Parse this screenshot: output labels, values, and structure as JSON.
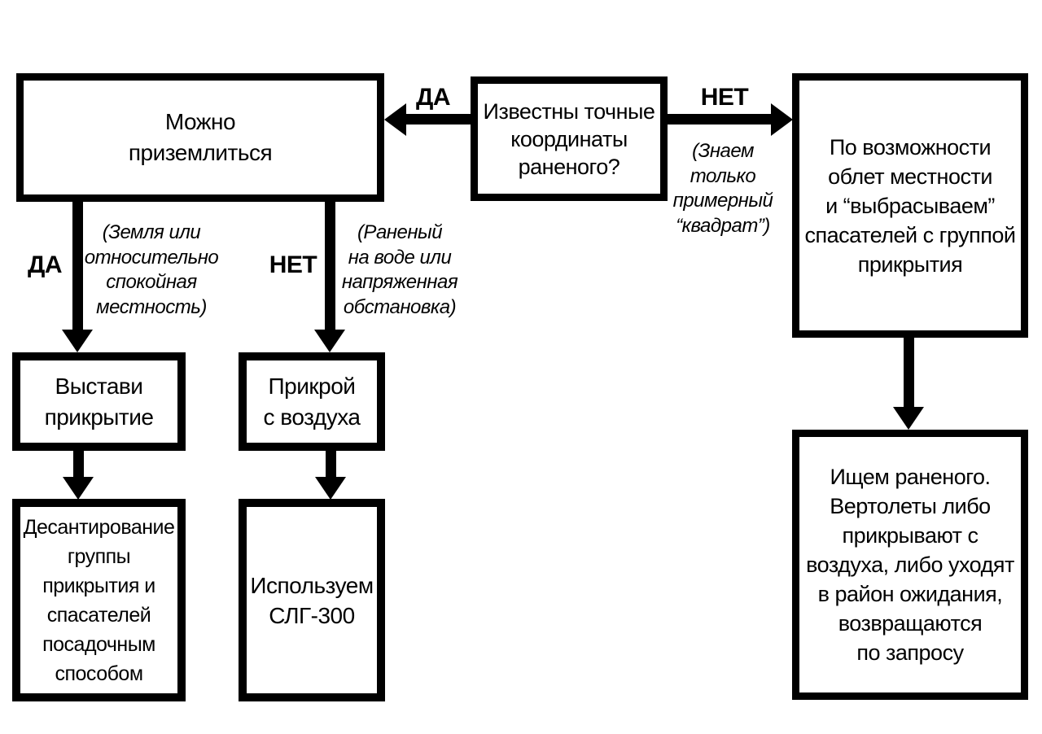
{
  "diagram": {
    "colors": {
      "ink": "#000000",
      "background": "#ffffff"
    },
    "nodes": {
      "known_coords": {
        "lines": [
          "Известны точные",
          "координаты",
          "раненого?"
        ]
      },
      "can_land": {
        "lines": [
          "Можно",
          "приземлиться"
        ]
      },
      "flyover": {
        "lines": [
          "По возможности",
          "облет местности",
          "и “выбрасываем”",
          "спасателей с группой",
          "прикрытия"
        ]
      },
      "cover_setup": {
        "lines": [
          "Выстави",
          "прикрытие"
        ]
      },
      "cover_air": {
        "lines": [
          "Прикрой",
          "с воздуха"
        ]
      },
      "landing": {
        "lines": [
          "Десантирование",
          "группы",
          "прикрытия и",
          "спасателей",
          "посадочным",
          "способом"
        ]
      },
      "use_slg": {
        "lines": [
          "Используем",
          "СЛГ-300"
        ]
      },
      "seek": {
        "lines": [
          "Ищем раненого.",
          "Вертолеты либо",
          "прикрывают с",
          "воздуха, либо уходят",
          "в район ожидания,",
          "возвращаются",
          "по запросу"
        ]
      }
    },
    "labels": {
      "yes_top": "ДА",
      "no_top": "НЕТ",
      "yes_left": "ДА",
      "no_mid": "НЕТ"
    },
    "notes": {
      "approx_square": {
        "lines": [
          "(Знаем",
          "только",
          "примерный",
          "“квадрат”)"
        ]
      },
      "ground_calm": {
        "lines": [
          "(Земля или",
          "относительно",
          "спокойная",
          "местность)"
        ]
      },
      "wounded_water": {
        "lines": [
          "(Раненый",
          "на воде или",
          "напряженная",
          "обстановка)"
        ]
      }
    }
  }
}
